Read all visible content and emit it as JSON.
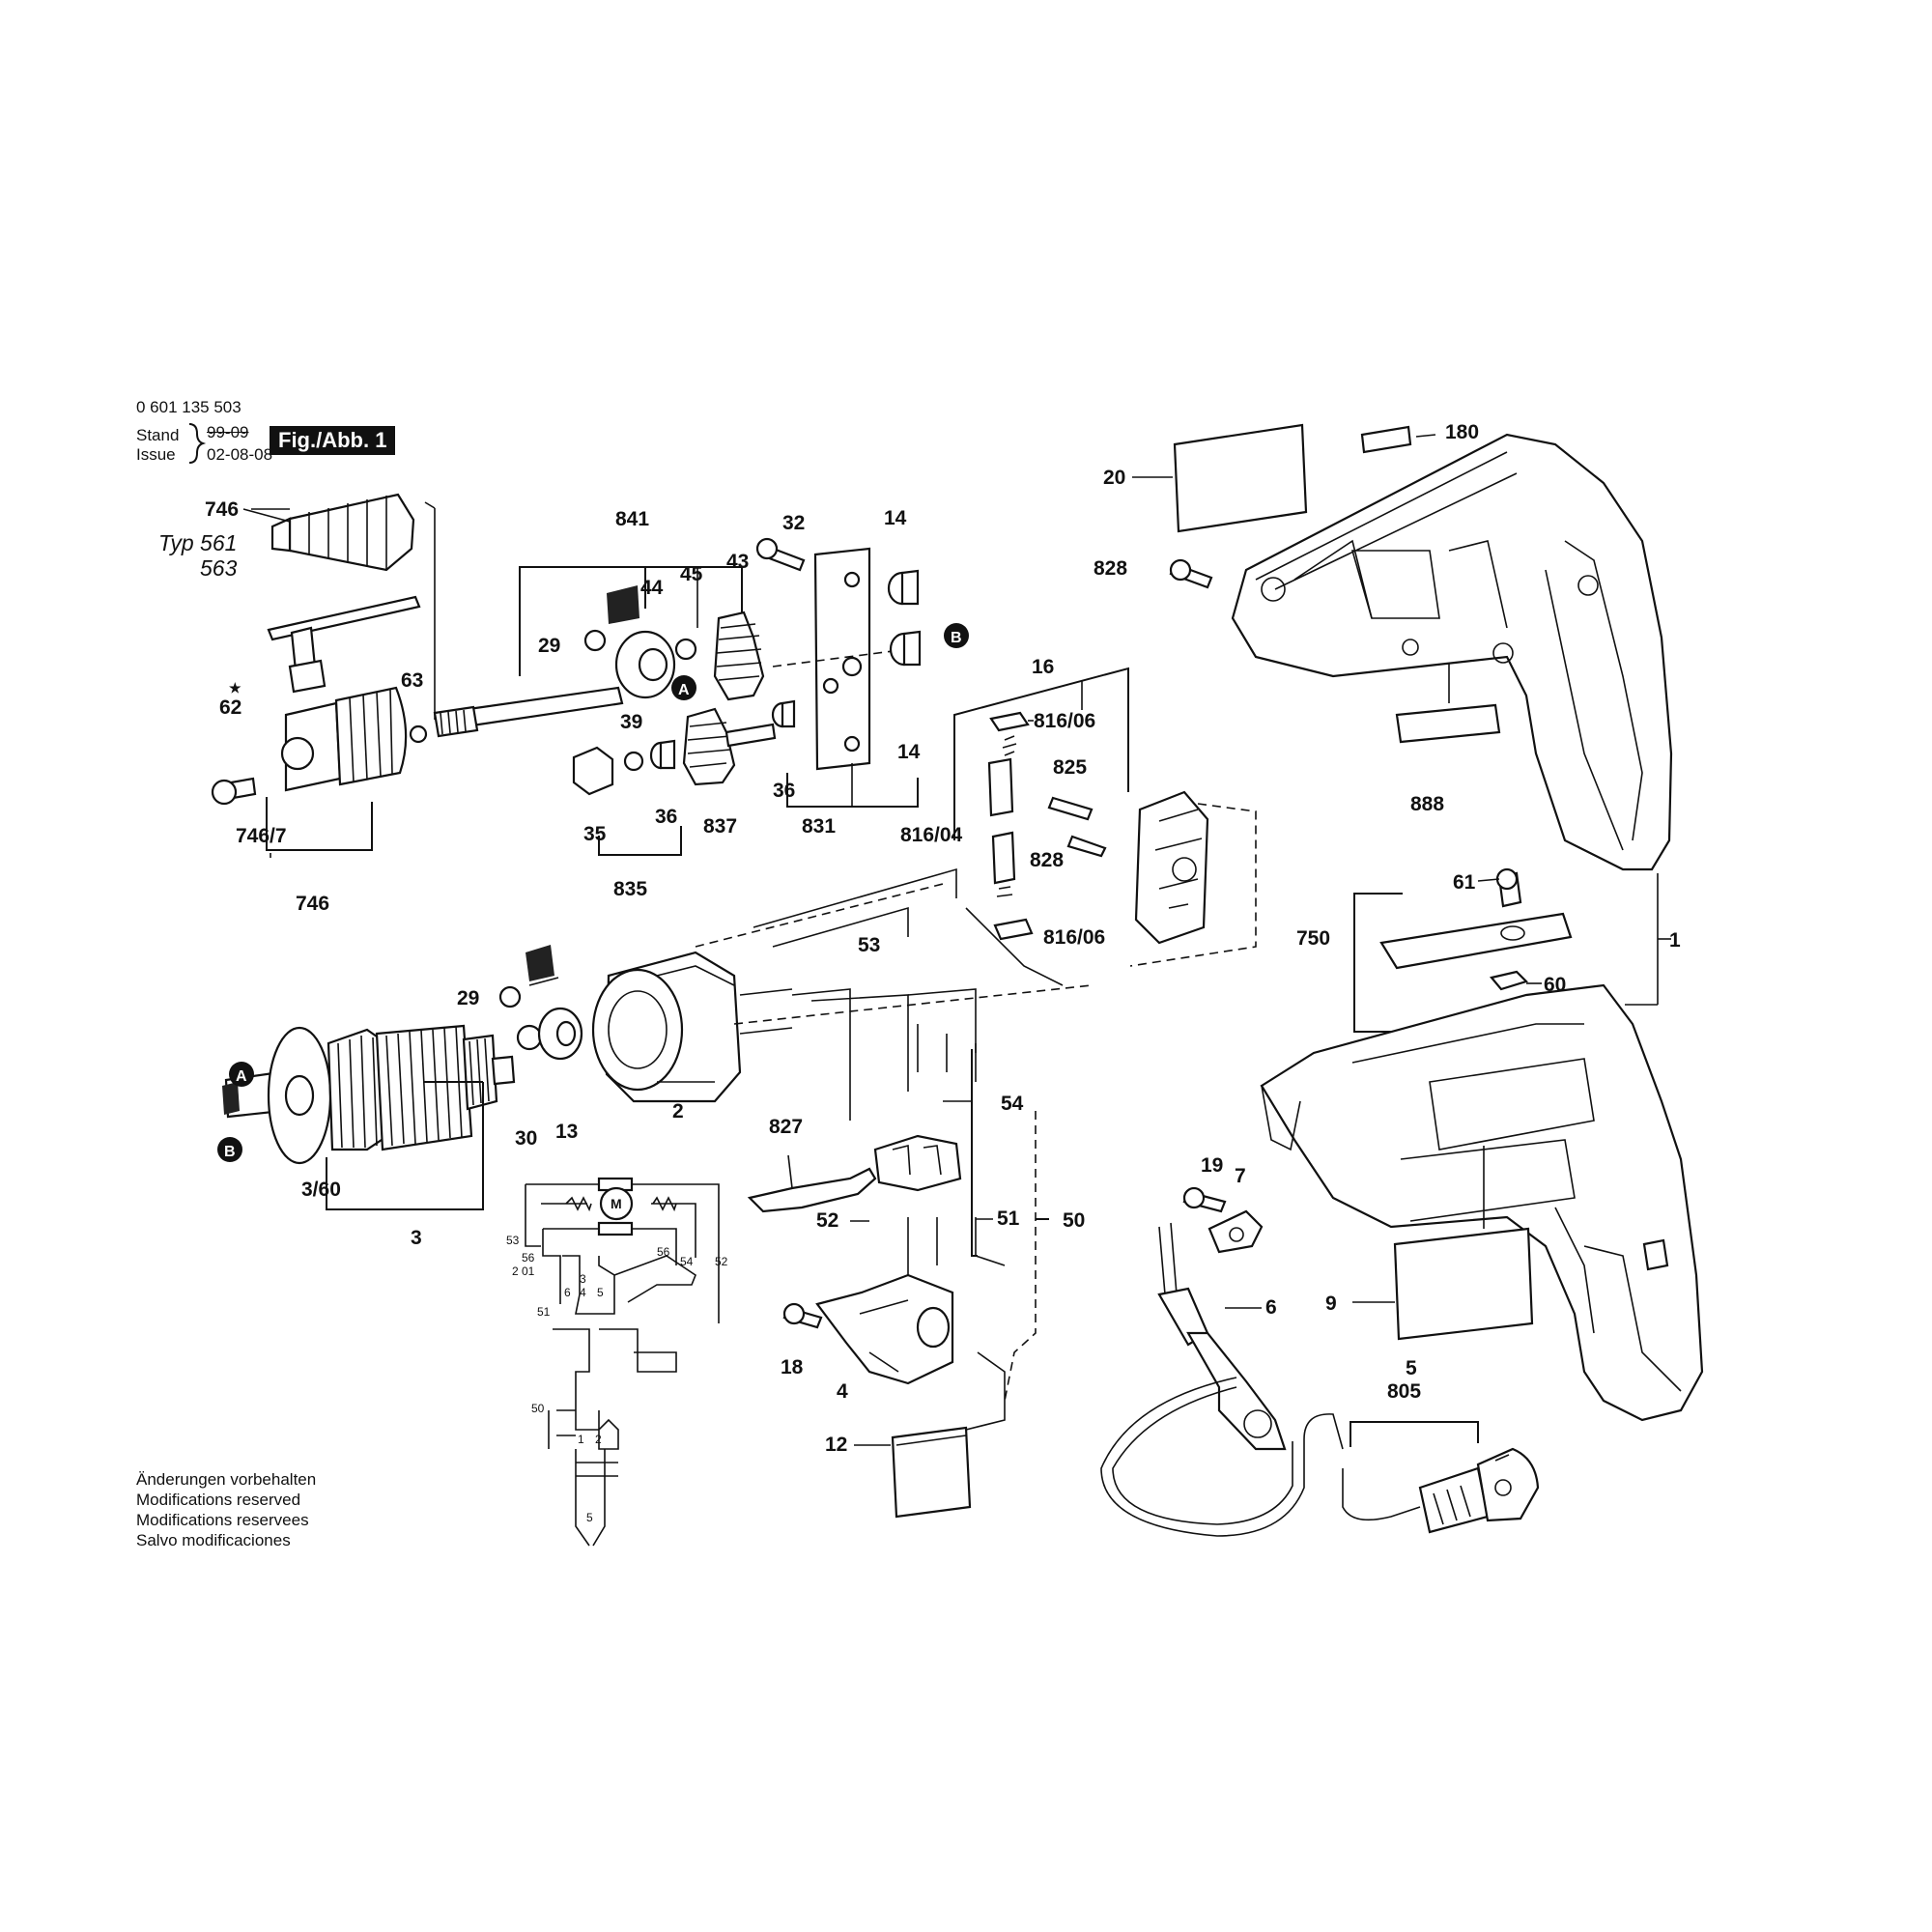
{
  "header": {
    "part_number": "0 601 135 503",
    "stand_label": "Stand",
    "stand_value": "99-09",
    "issue_label": "Issue",
    "issue_value": "02-08-08",
    "fig_label": "Fig./Abb. 1"
  },
  "type_note": {
    "line1": "Typ 561",
    "line2": "563"
  },
  "footer": [
    "Änderungen vorbehalten",
    "Modifications reserved",
    "Modifications reservees",
    "Salvo modificaciones"
  ],
  "callout_letters": [
    "A",
    "B"
  ],
  "part_labels": {
    "p746_chuck": "746",
    "p746_7": "746/7",
    "p746_group": "746",
    "p62": "62",
    "p62_star": "★",
    "p63": "63",
    "p841": "841",
    "p44": "44",
    "p45": "45",
    "p43": "43",
    "p32": "32",
    "p14a": "14",
    "p14b": "14",
    "p29a": "29",
    "p39": "39",
    "p36a": "36",
    "p36b": "36",
    "p35": "35",
    "p837": "837",
    "p831": "831",
    "p835": "835",
    "p16": "16",
    "p816_06a": "816/06",
    "p825": "825",
    "p816_04": "816/04",
    "p828a": "828",
    "p816_06b": "816/06",
    "p180": "180",
    "p20": "20",
    "p828b": "828",
    "p888": "888",
    "p61": "61",
    "p750": "750",
    "p1": "1",
    "p60": "60",
    "p29b": "29",
    "p53": "53",
    "p30": "30",
    "p13": "13",
    "p2": "2",
    "p3_60": "3/60",
    "p3": "3",
    "p54": "54",
    "p827": "827",
    "p52": "52",
    "p51": "51",
    "p50": "50",
    "p18": "18",
    "p4": "4",
    "p12": "12",
    "p19": "19",
    "p7": "7",
    "p6": "6",
    "p9": "9",
    "p5": "5",
    "p805": "805"
  },
  "schematic_labels": {
    "motor": "M",
    "s53": "53",
    "s56a": "56",
    "s201": "2 01",
    "s51": "51",
    "s56b": "56",
    "s54": "54",
    "s52": "52",
    "s3": "3",
    "s6": "6",
    "s4": "4",
    "s5a": "5",
    "s50": "50",
    "s1": "1",
    "s2": "2",
    "s5b": "5"
  }
}
